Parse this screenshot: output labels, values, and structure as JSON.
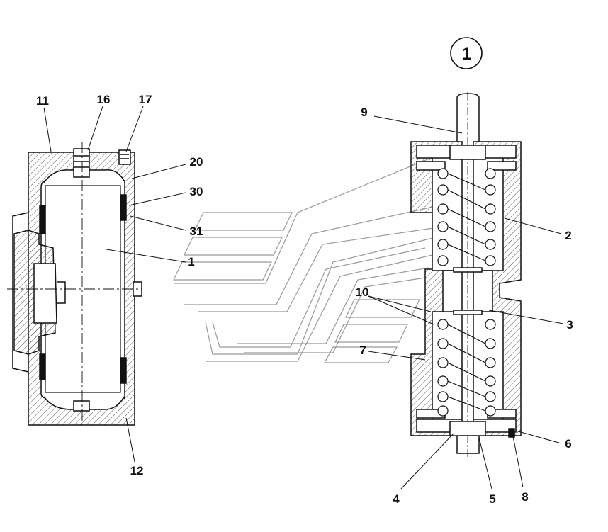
{
  "view_number": "1",
  "callouts": [
    {
      "id": "c11",
      "text": "11"
    },
    {
      "id": "c16",
      "text": "16"
    },
    {
      "id": "c17",
      "text": "17"
    },
    {
      "id": "c20",
      "text": "20"
    },
    {
      "id": "c30",
      "text": "30"
    },
    {
      "id": "c31",
      "text": "31"
    },
    {
      "id": "c1",
      "text": "1"
    },
    {
      "id": "c12",
      "text": "12"
    },
    {
      "id": "c9",
      "text": "9"
    },
    {
      "id": "c2",
      "text": "2"
    },
    {
      "id": "c10",
      "text": "10"
    },
    {
      "id": "c3",
      "text": "3"
    },
    {
      "id": "c7",
      "text": "7"
    },
    {
      "id": "c6",
      "text": "6"
    },
    {
      "id": "c4",
      "text": "4"
    },
    {
      "id": "c5",
      "text": "5"
    },
    {
      "id": "c8",
      "text": "8"
    }
  ]
}
